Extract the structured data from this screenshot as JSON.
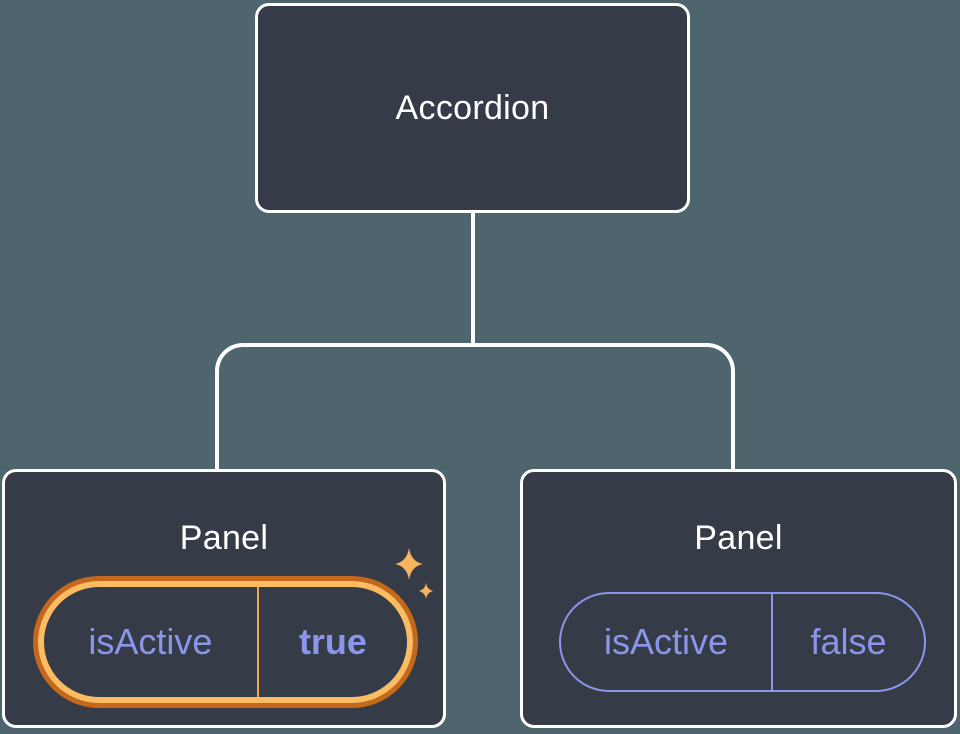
{
  "colors": {
    "background": "#4E656E",
    "node_fill": "#353B47",
    "node_border": "#FFFFFF",
    "connector": "#FFFFFF",
    "accent_text": "#8B96EA",
    "pill_border": "#8B96EA",
    "hl_outer": "#C5681B",
    "hl_inner": "#FBBC62",
    "hl_divider": "#F0A748",
    "sparkle": "#F7B55F"
  },
  "diagram": {
    "root": {
      "label": "Accordion"
    },
    "panels": [
      {
        "title": "Panel",
        "state_key": "isActive",
        "state_value": "true",
        "highlighted": true
      },
      {
        "title": "Panel",
        "state_key": "isActive",
        "state_value": "false",
        "highlighted": false
      }
    ]
  }
}
